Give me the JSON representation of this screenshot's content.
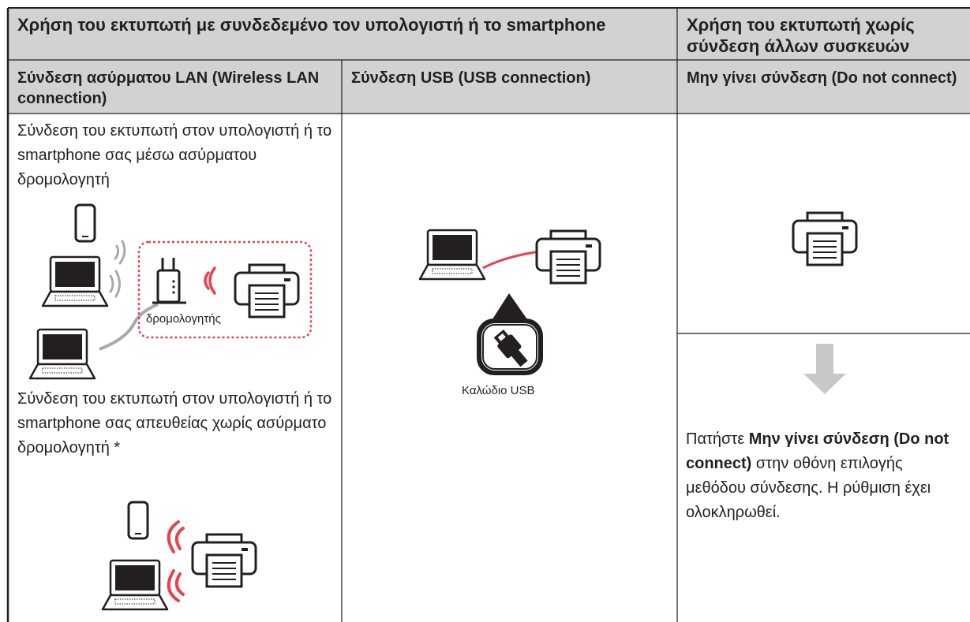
{
  "header": {
    "connected_title": "Χρήση του εκτυπωτή με συνδεδεμένο τον υπολογιστή ή το smartphone",
    "standalone_title": "Χρήση του εκτυπωτή χωρίς σύνδεση άλλων συσκευών"
  },
  "columns": {
    "wireless": {
      "heading": "Σύνδεση ασύρματου LAN (Wireless LAN connection)"
    },
    "usb": {
      "heading": "Σύνδεση USB (USB connection)"
    },
    "none": {
      "heading": "Μην γίνει σύνδεση (Do not connect)"
    }
  },
  "wireless": {
    "router_text": "Σύνδεση του εκτυπωτή στον υπολογιστή ή το smartphone σας μέσω ασύρματου δρομολογητή",
    "router_label": "δρομολογητής",
    "direct_text": "Σύνδεση του εκτυπωτή στον υπολογιστή ή το smartphone σας απευθείας χωρίς ασύρματο δρομολογητή *"
  },
  "usb": {
    "cable_label": "Καλώδιο USB"
  },
  "none": {
    "instruction_prefix": "Πατήστε ",
    "instruction_bold": "Μην γίνει σύνδεση (Do not connect)",
    "instruction_suffix": " στην οθόνη επιλογής μεθόδου σύνδεσης. Η ρύθμιση έχει ολοκληρωθεί."
  },
  "colors": {
    "header_bg": "#d1d2d4",
    "border": "#231f20",
    "signal_red": "#e9424c",
    "cable_gray": "#a7a9ac",
    "arrow_gray": "#c7c8ca"
  }
}
